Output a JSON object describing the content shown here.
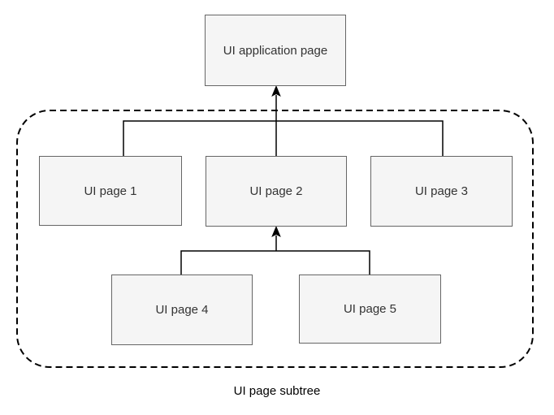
{
  "diagram": {
    "nodes": [
      {
        "id": "app",
        "label": "UI application page"
      },
      {
        "id": "page1",
        "label": "UI page 1"
      },
      {
        "id": "page2",
        "label": "UI page 2"
      },
      {
        "id": "page3",
        "label": "UI page 3"
      },
      {
        "id": "page4",
        "label": "UI page 4"
      },
      {
        "id": "page5",
        "label": "UI page 5"
      }
    ],
    "container_label": "UI page subtree",
    "edges": [
      {
        "from": "page1",
        "to": "app"
      },
      {
        "from": "page2",
        "to": "app"
      },
      {
        "from": "page3",
        "to": "app"
      },
      {
        "from": "page4",
        "to": "page2"
      },
      {
        "from": "page5",
        "to": "page2"
      }
    ],
    "colors": {
      "background": "#ffffff",
      "node_fill": "#f5f5f5",
      "node_border": "#666666",
      "node_text": "#333333",
      "connector": "#000000",
      "container_border": "#000000",
      "caption_text": "#000000"
    }
  }
}
